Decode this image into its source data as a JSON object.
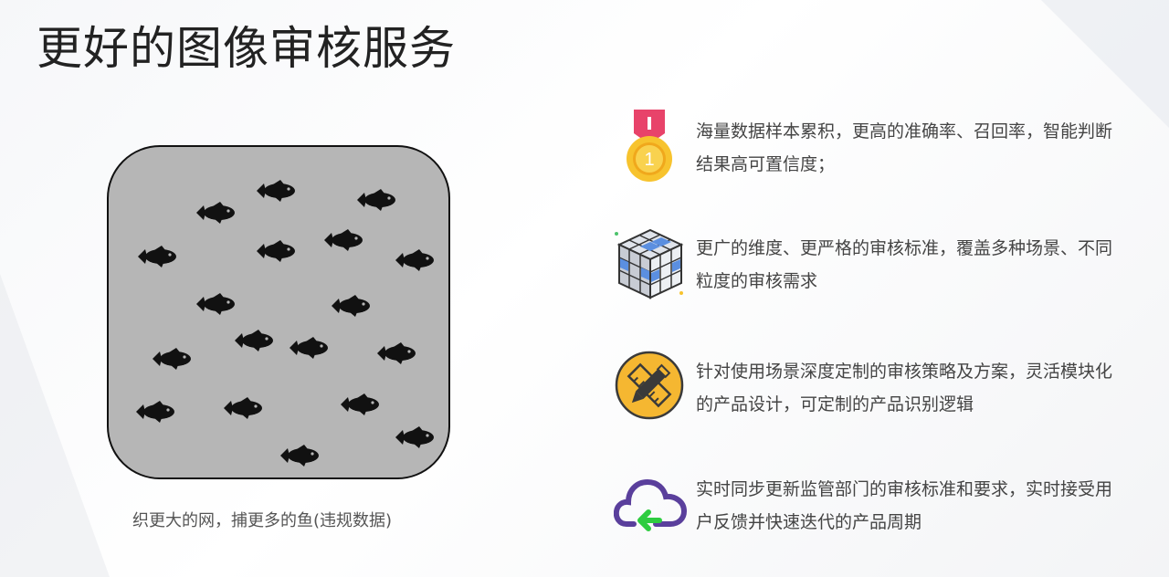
{
  "title": "更好的图像审核服务",
  "caption": "织更大的网，捕更多的鱼(违规数据)",
  "medal_number": "1",
  "features": [
    {
      "icon": "medal-icon",
      "text": "海量数据样本累积，更高的准确率、召回率，智能判断结果高可置信度；"
    },
    {
      "icon": "rubiks-cube-icon",
      "text": "更广的维度、更严格的审核标准，覆盖多种场景、不同粒度的审核需求"
    },
    {
      "icon": "pencil-ruler-icon",
      "text": "针对使用场景深度定制的审核策略及方案，灵活模块化的产品设计，可定制的产品识别逻辑"
    },
    {
      "icon": "cloud-sync-icon",
      "text": "实时同步更新监管部门的审核标准和要求，实时接受用户反馈并快速迭代的产品周期"
    }
  ],
  "colors": {
    "fish_box_bg": "#b6b6b6",
    "medal_gold": "#f7c32e",
    "ribbon_red": "#e8436a",
    "pencil_badge": "#f5b731",
    "cloud_purple": "#5a3f9c",
    "arrow_green": "#2ecc40"
  }
}
